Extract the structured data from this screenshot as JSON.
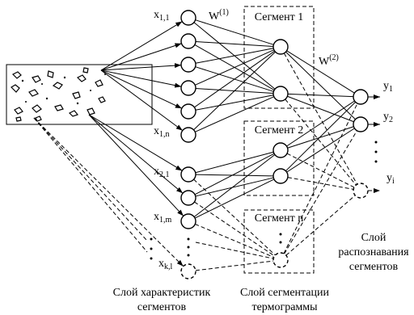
{
  "labels": {
    "x11": {
      "main": "x",
      "sub": "1,1"
    },
    "x1n": {
      "main": "x",
      "sub": "1,n"
    },
    "x21": {
      "main": "x",
      "sub": "2,1"
    },
    "x1m": {
      "main": "x",
      "sub": "1,m"
    },
    "xk1": {
      "main": "x",
      "sub": "k,l"
    },
    "w1": {
      "main": "W",
      "sup": "(1)"
    },
    "w2": {
      "main": "W",
      "sup": "(2)"
    },
    "y1": {
      "main": "y",
      "sub": "1"
    },
    "y2": {
      "main": "y",
      "sub": "2"
    },
    "yi": {
      "main": "y",
      "sub": "i"
    }
  },
  "segments": [
    "Сегмент 1",
    "Сегмент 2",
    "Сегмент n"
  ],
  "layers": {
    "features": [
      "Слой характеристик",
      "сегментов"
    ],
    "segmentation": [
      "Слой сегментации",
      "термограммы"
    ],
    "recognition": [
      "Слой",
      "распознавания",
      "сегментов"
    ]
  }
}
